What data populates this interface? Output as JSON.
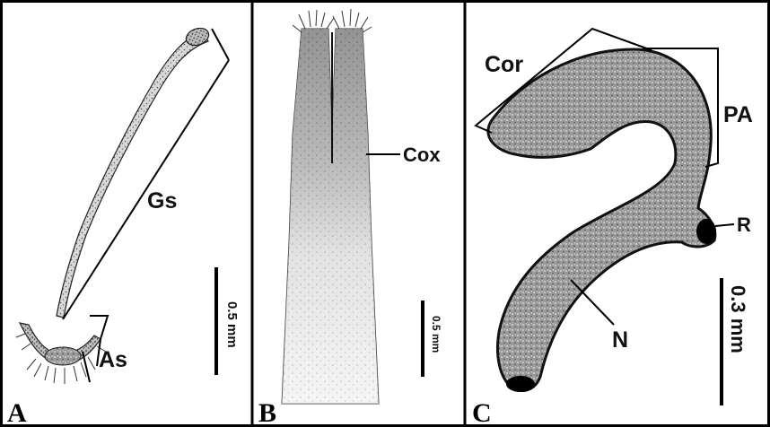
{
  "figure": {
    "panels": [
      {
        "letter": "A",
        "labels": {
          "gs": "Gs",
          "as": "As"
        },
        "scale_text": "0.5 mm"
      },
      {
        "letter": "B",
        "labels": {
          "cox": "Cox"
        },
        "scale_text": "0.5 mm"
      },
      {
        "letter": "C",
        "labels": {
          "cor": "Cor",
          "pa": "PA",
          "r": "R",
          "n": "N"
        },
        "scale_text": "0.3 mm"
      }
    ]
  }
}
